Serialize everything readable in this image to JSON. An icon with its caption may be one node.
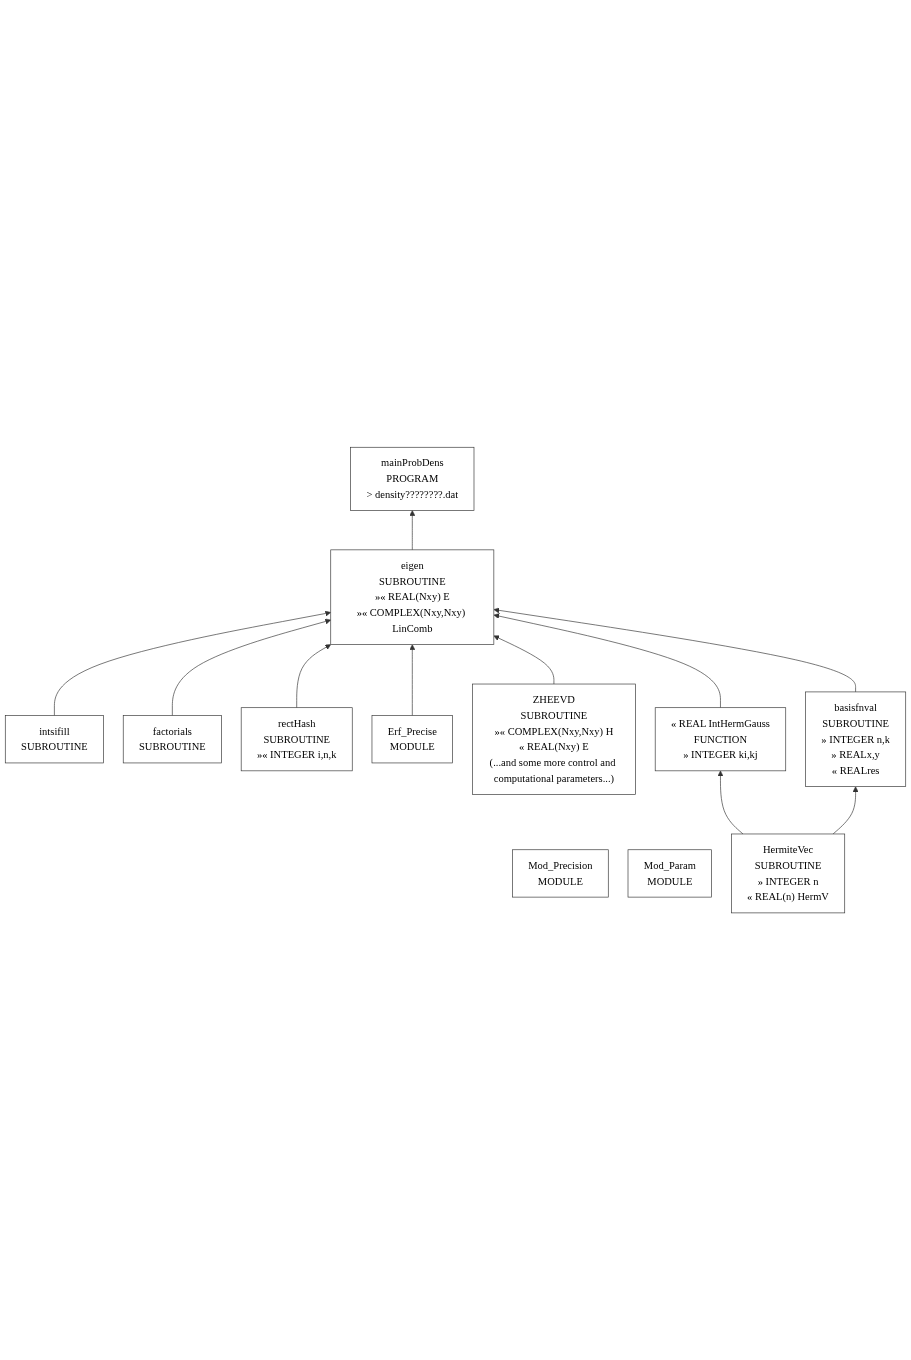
{
  "diagram": {
    "nodes": [
      {
        "text": [
          "mainProbDens",
          "PROGRAM",
          "> density????????.dat"
        ]
      },
      {
        "text": [
          "intsifill",
          "SUBROUTINE"
        ]
      },
      {
        "text": [
          "factorials",
          "SUBROUTINE"
        ]
      },
      {
        "text": [
          "eigen",
          "SUBROUTINE",
          "»« REAL(Nxy) E",
          "»« COMPLEX(Nxy,Nxy) LinComb"
        ]
      },
      {
        "text": [
          "rectHash",
          "SUBROUTINE",
          "»« INTEGER i,n,k"
        ]
      },
      {
        "text": [
          "Erf_Precise",
          "MODULE"
        ]
      },
      {
        "text": [
          "ZHEEVD",
          "SUBROUTINE",
          "»« COMPLEX(Nxy,Nxy) H",
          "« REAL(Nxy) E",
          "(...and some more control and computational parameters...)"
        ]
      },
      {
        "text": [
          "« REAL IntHermGauss",
          "FUNCTION",
          "» INTEGER ki,kj"
        ]
      },
      {
        "text": [
          "Mod_Precision",
          "MODULE"
        ]
      },
      {
        "text": [
          "basisfnval",
          "SUBROUTINE",
          "» INTEGER n,k",
          "» REALx,y",
          "« REALres"
        ]
      },
      {
        "text": [
          "Mod_Param",
          "MODULE"
        ]
      },
      {
        "text": [
          "HermiteVec",
          "SUBROUTINE",
          "» INTEGER n",
          "« REAL(n) HermV"
        ]
      }
    ],
    "edges": [
      {
        "from": 3,
        "to": 0,
        "arrow": "to"
      },
      {
        "from": 1,
        "to": 3,
        "arrow": "to"
      },
      {
        "from": 2,
        "to": 3,
        "arrow": "to"
      },
      {
        "from": 4,
        "to": 3,
        "arrow": "to"
      },
      {
        "from": 5,
        "to": 3,
        "arrow": "to"
      },
      {
        "from": 6,
        "to": 3,
        "arrow": "to"
      },
      {
        "from": 7,
        "to": 3,
        "arrow": "to"
      },
      {
        "from": 9,
        "to": 3,
        "arrow": "to"
      },
      {
        "from": 11,
        "to": 9,
        "arrow": "to"
      },
      {
        "from": 11,
        "to": 7,
        "arrow": "to"
      }
    ]
  }
}
